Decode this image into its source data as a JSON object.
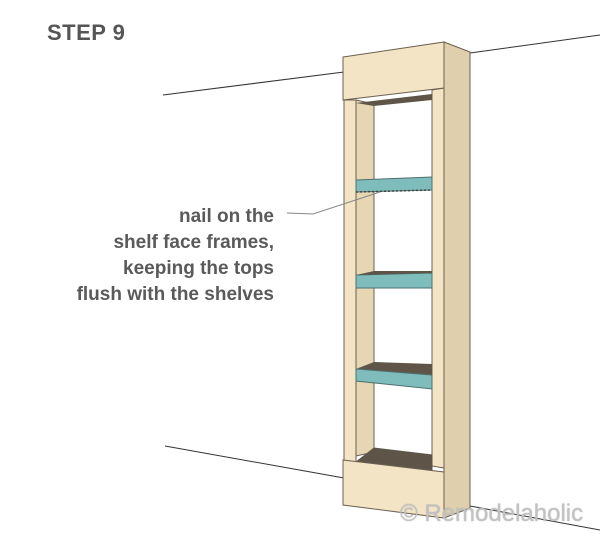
{
  "title": "STEP 9",
  "callout": {
    "lines": [
      "nail on the",
      "shelf face frames,",
      "keeping the tops",
      "flush with the shelves"
    ]
  },
  "watermark": "© Remodelaholic",
  "colors": {
    "wood_face": "#f2e4c4",
    "wood_side": "#e0cfac",
    "wood_shadow": "#5e5548",
    "face_frame": "#7fbcbc",
    "text": "#5a5a5a",
    "outline": "#6b6050"
  },
  "illustration": {
    "subject": "built-in bookcase unit with three shelves",
    "shelf_face_frames": 3
  }
}
